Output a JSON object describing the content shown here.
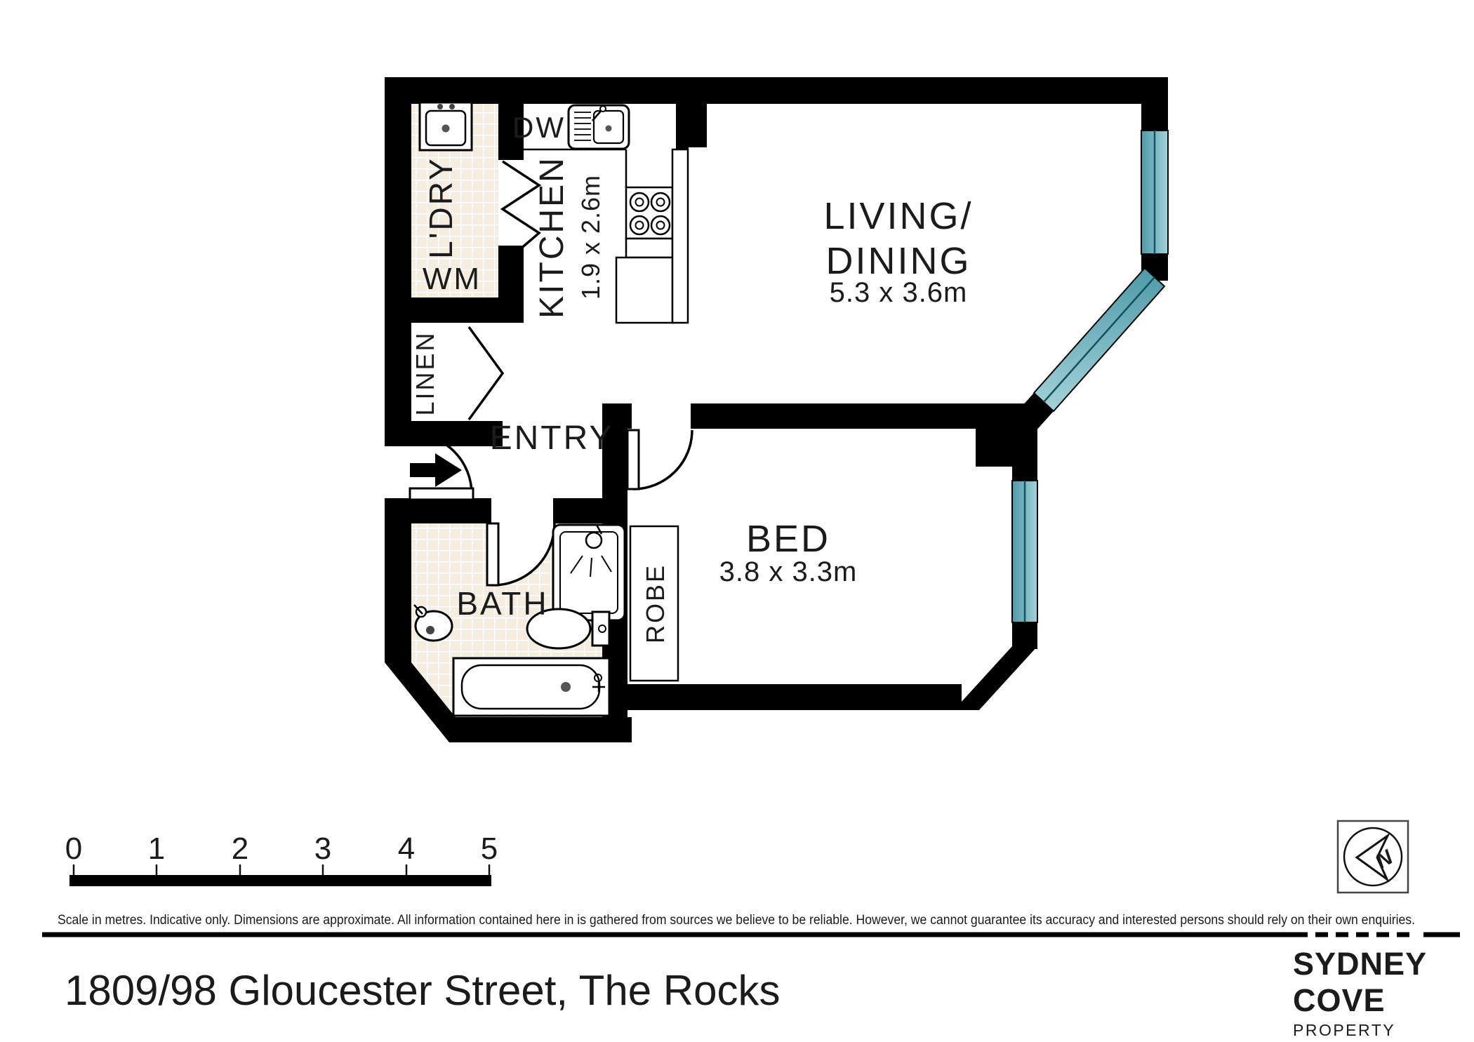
{
  "floorplan": {
    "rooms": {
      "laundry": {
        "label": "L'DRY",
        "appliance": "WM"
      },
      "kitchen": {
        "label": "KITCHEN",
        "dimensions": "1.9 x 2.6m",
        "appliance": "DW"
      },
      "living": {
        "label_line1": "LIVING/",
        "label_line2": "DINING",
        "dimensions": "5.3 x 3.6m"
      },
      "entry": {
        "label": "ENTRY"
      },
      "linen": {
        "label": "LINEN"
      },
      "bed": {
        "label": "BED",
        "dimensions": "3.8 x 3.3m"
      },
      "bath": {
        "label": "BATH"
      },
      "robe": {
        "label": "ROBE"
      }
    },
    "colors": {
      "wall": "#000000",
      "window_dark": "#4d9aa9",
      "window_light": "#a3d2d9",
      "tile": "#f5eee0"
    }
  },
  "scale_bar": {
    "labels": [
      "0",
      "1",
      "2",
      "3",
      "4",
      "5"
    ],
    "caption": "Scale in metres. Indicative only. Dimensions are approximate. All information contained here in is gathered from sources we believe to be reliable. However, we cannot guarantee its accuracy and interested persons should rely on their own enquiries."
  },
  "footer": {
    "address": "1809/98 Gloucester Street, The Rocks"
  },
  "logo": {
    "compass": "N",
    "line1": "SYDNEY",
    "line2": "COVE",
    "line3": "PROPERTY",
    "navy": "#25384a",
    "grey": "#9fb3c0"
  }
}
